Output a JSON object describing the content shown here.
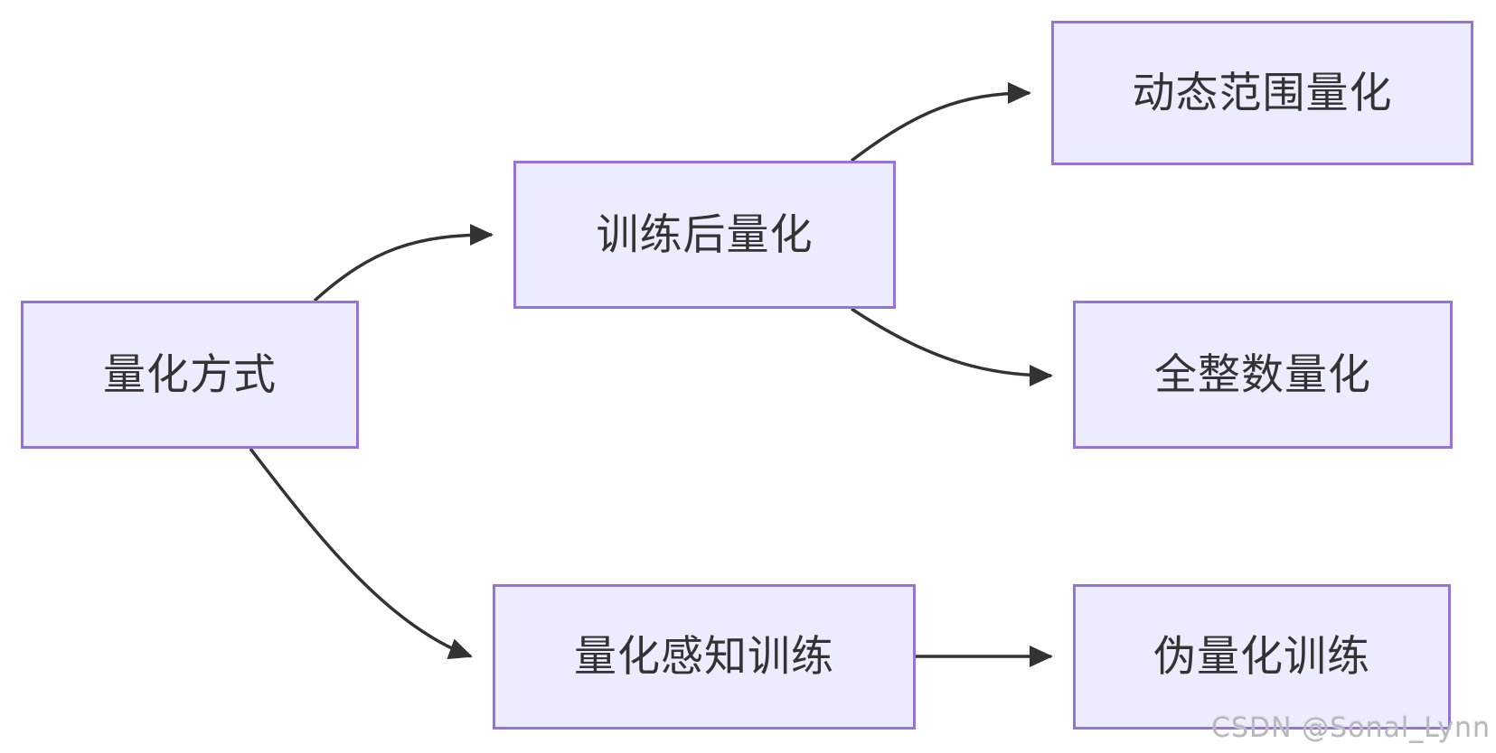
{
  "diagram": {
    "type": "flowchart",
    "direction": "left-to-right",
    "nodes": [
      {
        "id": "root",
        "label": "量化方式"
      },
      {
        "id": "ptq",
        "label": "训练后量化"
      },
      {
        "id": "dynamic-range",
        "label": "动态范围量化"
      },
      {
        "id": "full-integer",
        "label": "全整数量化"
      },
      {
        "id": "qat",
        "label": "量化感知训练"
      },
      {
        "id": "fake-quant",
        "label": "伪量化训练"
      }
    ],
    "edges": [
      {
        "from": "root",
        "to": "ptq"
      },
      {
        "from": "root",
        "to": "qat"
      },
      {
        "from": "ptq",
        "to": "dynamic-range"
      },
      {
        "from": "ptq",
        "to": "full-integer"
      },
      {
        "from": "qat",
        "to": "fake-quant"
      }
    ]
  },
  "watermark": {
    "text": "CSDN @Sonal_Lynn"
  },
  "colors": {
    "node_fill": "#ECECFF",
    "node_border": "#9673D8",
    "edge": "#333333",
    "text": "#333333",
    "background": "#FFFFFF",
    "watermark_text": "#B7B7BC"
  }
}
